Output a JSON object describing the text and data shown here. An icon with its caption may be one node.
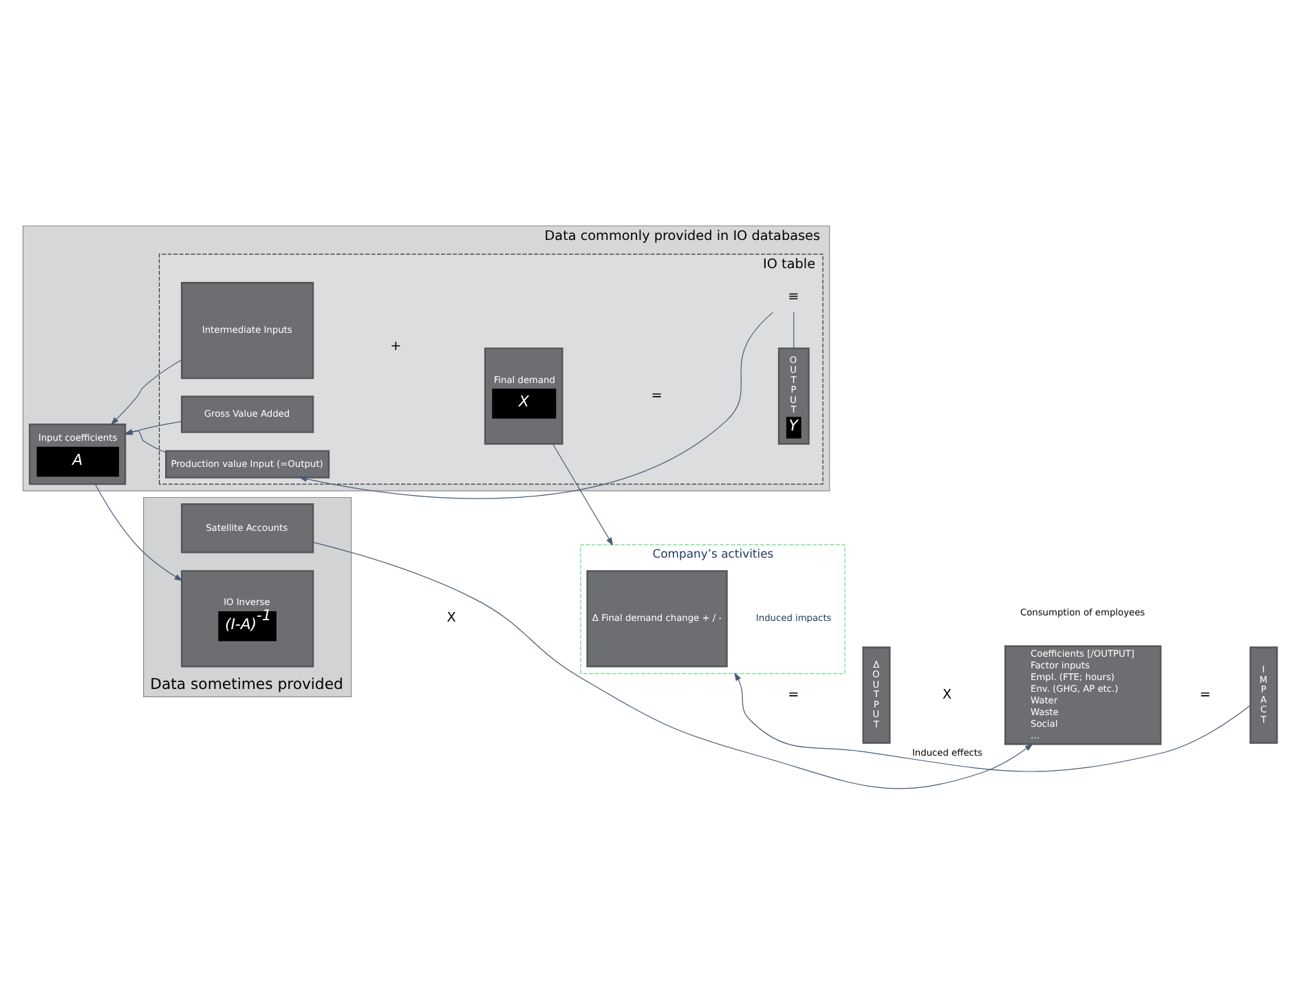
{
  "diagram": {
    "nodes": [
      {
        "text": [
          "Data commonly provided in IO databases"
        ]
      },
      {
        "text": [
          "IO table"
        ],
        "in": 0
      },
      {
        "text": [
          "Intermediate Inputs"
        ],
        "in": 1
      },
      {
        "text": [
          "Final demand",
          "X"
        ],
        "in": 1
      },
      {
        "text": [
          "OUTPUT",
          "Y"
        ],
        "in": 1
      },
      {
        "text": [
          "Gross Value Added"
        ],
        "in": 1
      },
      {
        "text": [
          "Production value Input (=Output)"
        ],
        "in": 1
      },
      {
        "text": [
          "≡"
        ],
        "in": 1
      },
      {
        "text": [
          "Input coefficients",
          "A"
        ],
        "in": 0
      },
      {
        "text": [
          "Data sometimes provided"
        ]
      },
      {
        "text": [
          "Satellite Accounts"
        ],
        "in": 9
      },
      {
        "text": [
          "IO Inverse",
          "(I-A)$^{-1}$"
        ],
        "in": 9
      },
      {
        "text": [
          "Company’s activities",
          "Induced impacts"
        ]
      },
      {
        "text": [
          "Δ Final demand change + / -"
        ],
        "in": 12
      },
      {
        "text": [
          "ΔOUTPUT"
        ]
      },
      {
        "text": [
          "Coefficients [/OUTPUT]",
          "Factor inputs",
          "Empl. (FTE; hours)",
          "Env. (GHG, AP etc.)",
          "Water",
          "Waste",
          "Social",
          "..."
        ]
      },
      {
        "text": [
          "IMPACT"
        ]
      }
    ],
    "edges": [
      {
        "from": 2,
        "to": 8,
        "arrow": "to"
      },
      {
        "from": 5,
        "to": 8,
        "arrow": "to"
      },
      {
        "from": 6,
        "to": 8,
        "arrow": "to"
      },
      {
        "from": 4,
        "to": 7,
        "arrow": "none"
      },
      {
        "from": 7,
        "to": 6,
        "arrow": "to"
      },
      {
        "from": 3,
        "to": 12,
        "arrow": "to"
      },
      {
        "from": 8,
        "to": 11,
        "arrow": "to"
      },
      {
        "from": 10,
        "to": 15,
        "arrow": "to"
      },
      {
        "from": 16,
        "to": 12,
        "label": "Induced effects",
        "arrow": "to"
      }
    ],
    "labels": [
      "+",
      "=",
      "X",
      "=",
      "X",
      "=",
      "Consumption of employees"
    ]
  }
}
